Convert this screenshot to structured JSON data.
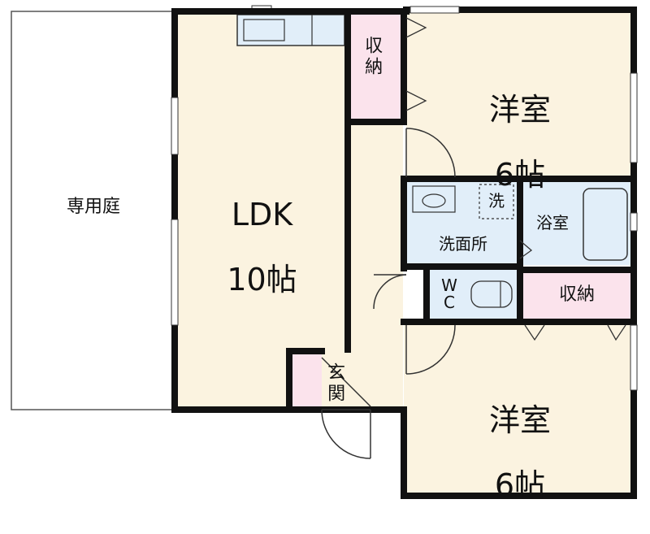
{
  "plan": {
    "rooms": {
      "garden": {
        "name": "専用庭"
      },
      "ldk": {
        "name": "LDK",
        "size": "10帖"
      },
      "storage_top": {
        "name": "収納"
      },
      "bedroom_top": {
        "name": "洋室",
        "size": "6帖"
      },
      "washroom": {
        "name": "洗面所"
      },
      "washer_mark": {
        "name": "洗"
      },
      "bathroom": {
        "name": "浴室"
      },
      "toilet": {
        "name": "W\nC"
      },
      "storage_mid": {
        "name": "収納"
      },
      "bedroom_bottom": {
        "name": "洋室",
        "size": "6帖"
      },
      "entrance": {
        "name": "玄関"
      }
    },
    "colors": {
      "wall": "#111111",
      "ldk_fill": "#fbf3e0",
      "bedroom_fill": "#fbf3e0",
      "storage_fill": "#fbe3ec",
      "wet_fill": "#e1eef9",
      "hall_fill": "#fbf3e0",
      "garden_fill": "#ffffff"
    }
  }
}
